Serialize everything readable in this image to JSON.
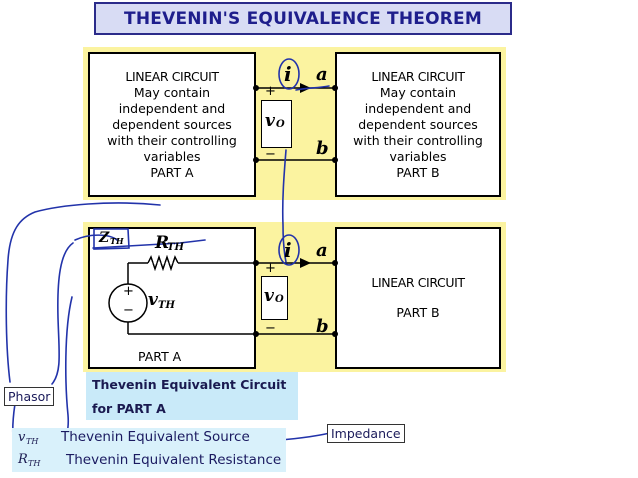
{
  "title": "THEVENIN'S EQUIVALENCE THEOREM",
  "top": {
    "part_a": {
      "heading": "LINEAR CIRCUIT",
      "lines": [
        "May contain",
        "independent and",
        "dependent sources",
        "with their controlling",
        "variables"
      ],
      "part_label": "PART  A"
    },
    "part_b": {
      "heading": "LINEAR CIRCUIT",
      "lines": [
        "May contain",
        "independent and",
        "dependent sources",
        "with their controlling",
        "variables"
      ],
      "part_label": "PART  B"
    },
    "current": "i",
    "node_a": "a",
    "node_b": "b",
    "vo": "v",
    "vo_sub": "O",
    "plus": "+",
    "minus": "−"
  },
  "bottom": {
    "zth": "Z",
    "zth_sub": "TH",
    "rth": "R",
    "rth_sub": "TH",
    "vth": "v",
    "vth_sub": "TH",
    "part_a_label": "PART  A",
    "part_b": {
      "heading": "LINEAR CIRCUIT",
      "part_label": "PART  B"
    },
    "current": "i",
    "node_a": "a",
    "node_b": "b",
    "vo": "v",
    "vo_sub": "O",
    "plus": "+",
    "minus": "−"
  },
  "caption": {
    "line1": "Thevenin Equivalent Circuit",
    "line2": "for PART  A"
  },
  "legend": {
    "vth_sym": "v",
    "vth_sub": "TH",
    "vth_text": "Thevenin Equivalent Source",
    "rth_sym": "R",
    "rth_sub": "TH",
    "rth_text": "Thevenin Equivalent Resistance"
  },
  "notes": {
    "phasor": "Phasor",
    "impedance": "Impedance"
  },
  "colors": {
    "panel": "#fbf3a0",
    "title_bg": "#d8dcf4",
    "title_text": "#1e1e8c",
    "ink": "#2233aa",
    "caption_bg": "#c9eaf9"
  }
}
